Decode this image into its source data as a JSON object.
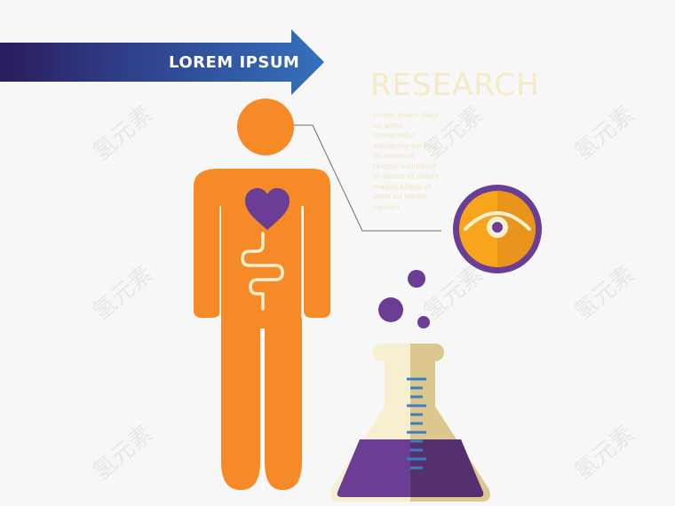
{
  "banner": {
    "label": "LOREM IPSUM"
  },
  "research": {
    "title": "RESEARCH",
    "body": "Lorem ipsum dolor sit amet consectetur adipiscing elit sed do eiusmod tempor incididunt ut labore et dolore magna aliqua ut enim ad minim veniam"
  },
  "watermark": {
    "text": "氢元素"
  },
  "icons": [
    "human-figure-icon",
    "heart-icon",
    "intestine-icon",
    "eye-icon",
    "flask-icon",
    "bubble-icon"
  ],
  "colors": {
    "orange": "#f58a26",
    "purple": "#6a3e94",
    "banner_dark": "#2a1f5e",
    "banner_light": "#3a6db8",
    "cream": "#f6efd0",
    "tan": "#dcc88e",
    "line": "#666666"
  }
}
